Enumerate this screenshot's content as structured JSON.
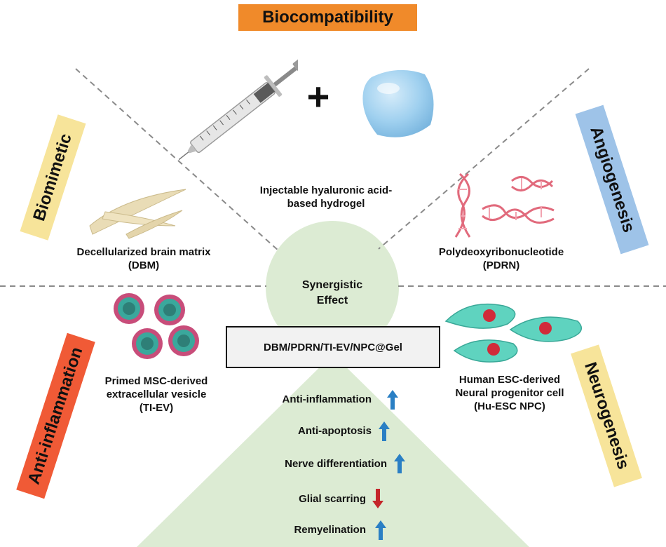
{
  "title_badge": {
    "label": "Biocompatibility",
    "color": "#f08a2a"
  },
  "side_tags": [
    {
      "id": "biomimetic",
      "label": "Biomimetic",
      "color": "#f7e49a"
    },
    {
      "id": "angiogenesis",
      "label": "Angiogenesis",
      "color": "#9ec3e8"
    },
    {
      "id": "anti-inflammation",
      "label": "Anti-inflammation",
      "color": "#f05a36"
    },
    {
      "id": "neurogenesis",
      "label": "Neurogenesis",
      "color": "#f7e49a"
    }
  ],
  "components": {
    "hydrogel": {
      "line1": "Injectable hyaluronic acid-",
      "line2": "based hydrogel"
    },
    "dbm": {
      "line1": "Decellularized brain matrix",
      "line2": "(DBM)"
    },
    "pdrn": {
      "line1": "Polydeoxyribonucleotide",
      "line2": "(PDRN)"
    },
    "tiev": {
      "line1": "Primed MSC-derived",
      "line2": "extracellular vesicle",
      "line3": "(TI-EV)"
    },
    "npc": {
      "line1": "Human ESC-derived",
      "line2": "Neural progenitor cell",
      "line3": "(Hu-ESC NPC)"
    }
  },
  "plus_symbol": "+",
  "center": {
    "line1": "Synergistic",
    "line2": "Effect"
  },
  "formulation_label": "DBM/PDRN/TI-EV/NPC@Gel",
  "effects": [
    {
      "label": "Anti-inflammation",
      "direction": "up"
    },
    {
      "label": "Anti-apoptosis",
      "direction": "up"
    },
    {
      "label": "Nerve differentiation",
      "direction": "up"
    },
    {
      "label": "Glial scarring",
      "direction": "down"
    },
    {
      "label": "Remyelination",
      "direction": "up"
    }
  ],
  "colors": {
    "up_arrow": "#2a7fc4",
    "down_arrow": "#c4262a",
    "pyramid": "#dcebd3",
    "dashed_line": "#8a8a8a"
  }
}
